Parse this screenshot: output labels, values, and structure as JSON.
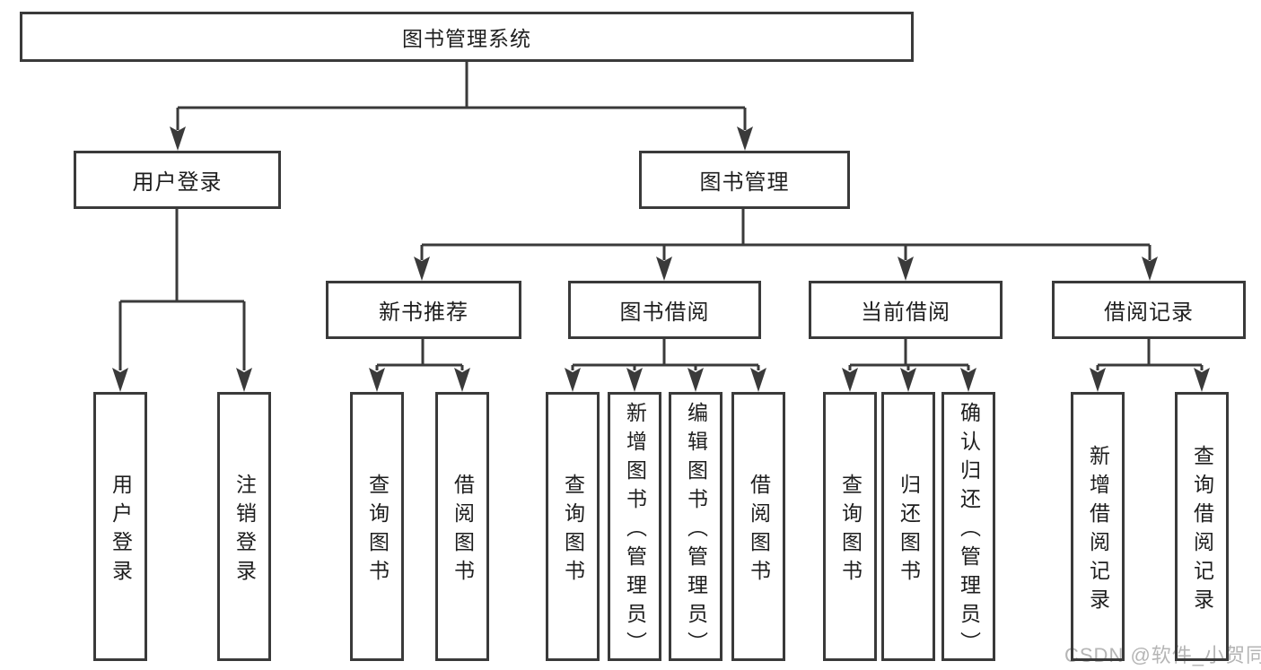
{
  "tree": {
    "label": "图书管理系统",
    "children": [
      {
        "label": "用户登录",
        "children": [
          {
            "label": "用户登录"
          },
          {
            "label": "注销登录"
          }
        ]
      },
      {
        "label": "图书管理",
        "children": [
          {
            "label": "新书推荐",
            "children": [
              {
                "label": "查询图书"
              },
              {
                "label": "借阅图书"
              }
            ]
          },
          {
            "label": "图书借阅",
            "children": [
              {
                "label": "查询图书"
              },
              {
                "label": "新增图书（管理员）"
              },
              {
                "label": "编辑图书（管理员）"
              },
              {
                "label": "借阅图书"
              }
            ]
          },
          {
            "label": "当前借阅",
            "children": [
              {
                "label": "查询图书"
              },
              {
                "label": "归还图书"
              },
              {
                "label": "确认归还（管理员）"
              }
            ]
          },
          {
            "label": "借阅记录",
            "children": [
              {
                "label": "新增借阅记录"
              },
              {
                "label": "查询借阅记录"
              }
            ]
          }
        ]
      }
    ]
  },
  "watermark": {
    "text": "CSDN @软件_小贺同学"
  },
  "colors": {
    "line": "#3a3a3a",
    "text": "#1e1e1e",
    "watermark": "#b5b5b5"
  }
}
